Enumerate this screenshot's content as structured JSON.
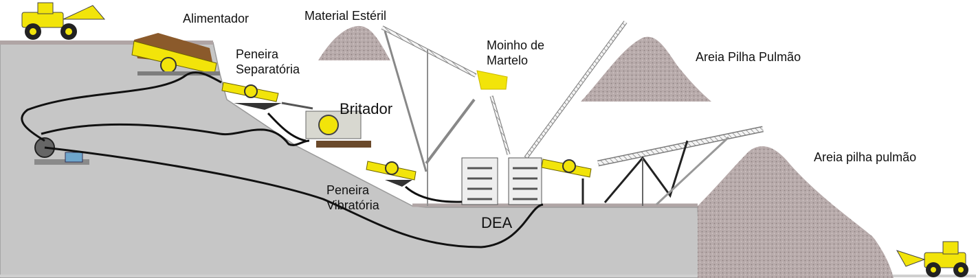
{
  "labels": {
    "alimentador": "Alimentador",
    "material_esteril": "Material Estéril",
    "peneira_separatoria": "Peneira\nSeparatória",
    "moinho_de_martelo": "Moinho de\nMartelo",
    "areia_pilha_pulmao_top": "Areia Pilha Pulmão",
    "britador": "Britador",
    "areia_pilha_pulmao_right": "Areia pilha  pulmão",
    "peneira_vibratoria": "Peneira\nVibratória",
    "dea": "DEA"
  },
  "colors": {
    "ground": "#c8c8c8",
    "ground_edge": "#9a9a9a",
    "equipment_yellow": "#f2e40a",
    "equipment_dark": "#3b3b2a",
    "sand_pile": "#b5a8a8",
    "pipe": "#111111"
  }
}
